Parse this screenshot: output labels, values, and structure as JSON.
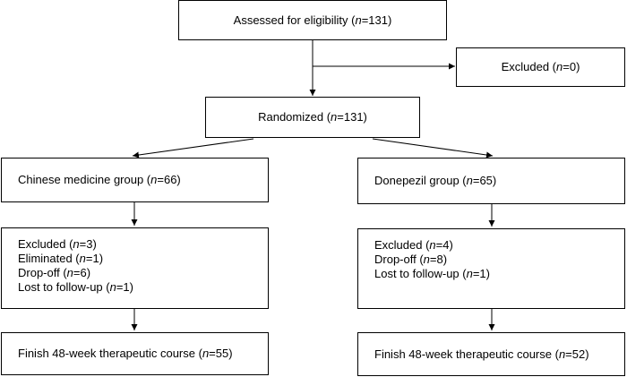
{
  "boxes": {
    "assessed": {
      "pre": "Assessed for eligibility (",
      "n": "n",
      "post": "=131)"
    },
    "excluded_top": {
      "pre": "Excluded (",
      "n": "n",
      "post": "=0)"
    },
    "randomized": {
      "pre": "Randomized (",
      "n": "n",
      "post": "=131)"
    },
    "chinese_group": {
      "pre": "Chinese medicine group (",
      "n": "n",
      "post": "=66)"
    },
    "donepezil_group": {
      "pre": "Donepezil group (",
      "n": "n",
      "post": "=65)"
    },
    "chinese_exclusions": [
      {
        "pre": "Excluded (",
        "n": "n",
        "post": "=3)"
      },
      {
        "pre": "Eliminated (",
        "n": "n",
        "post": "=1)"
      },
      {
        "pre": "Drop-off (",
        "n": "n",
        "post": "=6)"
      },
      {
        "pre": "Lost to follow-up (",
        "n": "n",
        "post": "=1)"
      }
    ],
    "donepezil_exclusions": [
      {
        "pre": "Excluded (",
        "n": "n",
        "post": "=4)"
      },
      {
        "pre": "Drop-off (",
        "n": "n",
        "post": "=8)"
      },
      {
        "pre": "Lost to follow-up (",
        "n": "n",
        "post": "=1)"
      }
    ],
    "chinese_finish": {
      "pre": "Finish 48-week therapeutic course (",
      "n": "n",
      "post": "=55)"
    },
    "donepezil_finish": {
      "pre": "Finish 48-week therapeutic course (",
      "n": "n",
      "post": "=52)"
    }
  }
}
